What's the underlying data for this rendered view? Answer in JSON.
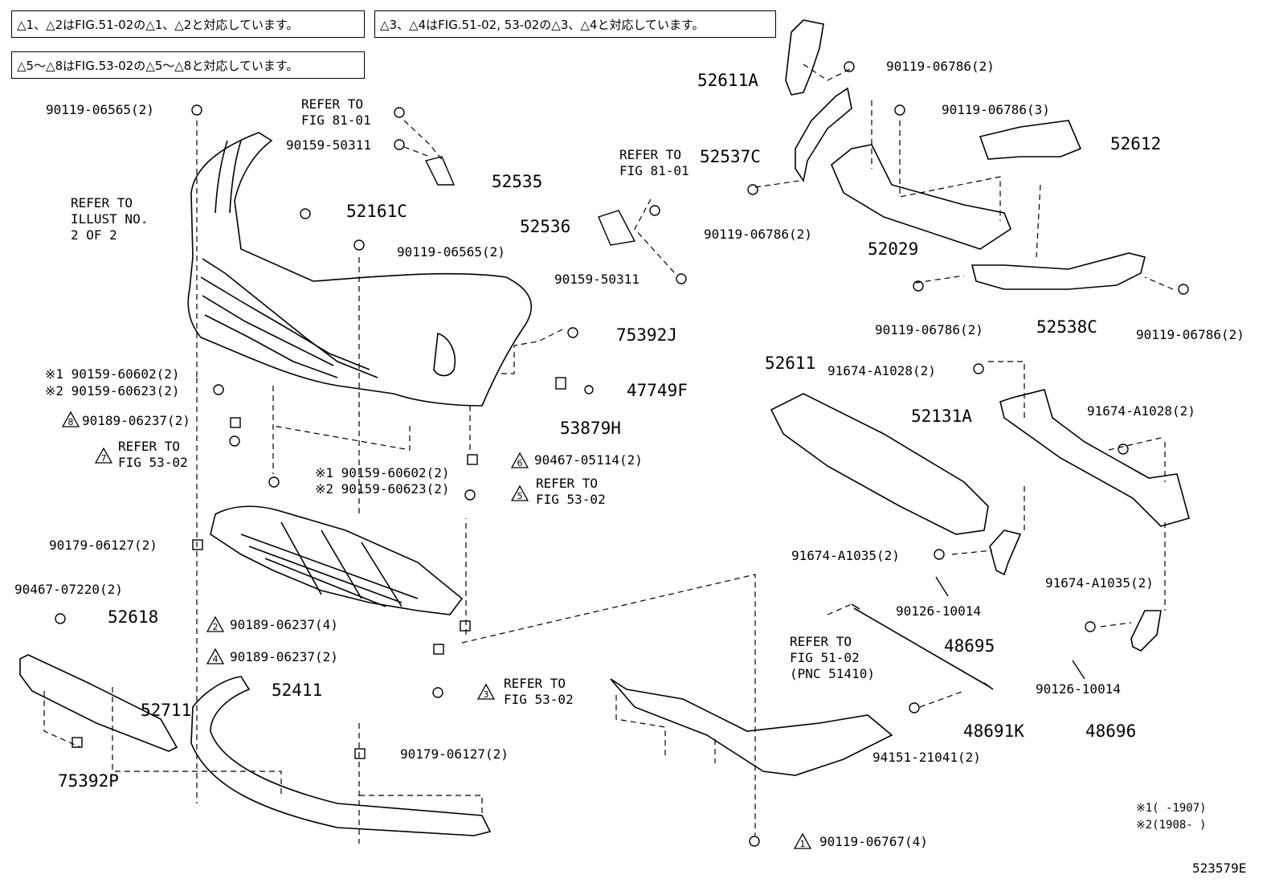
{
  "notes": [
    "△1、△2はFIG.51-02の△1、△2と対応しています。",
    "△3、△4はFIG.51-02, 53-02の△3、△4と対応しています。",
    "△5～△8はFIG.53-02の△5～△8と対応しています。"
  ],
  "labels": {
    "l52611A": "52611A",
    "l90119_06786_2a": "90119-06786(2)",
    "l90119_06786_3": "90119-06786(3)",
    "l52612": "52612",
    "l52537C": "52537C",
    "l90119_06786_2b": "90119-06786(2)",
    "l52029": "52029",
    "l90119_06786_2c": "90119-06786(2)",
    "l52538C": "52538C",
    "l90119_06786_2d": "90119-06786(2)",
    "l90119_06565_2a": "90119-06565(2)",
    "l_refer81a": "REFER TO\nFIG 81-01",
    "l90159_50311a": "90159-50311",
    "l52535": "52535",
    "l_refer_illust": "REFER TO\nILLUST NO.\n2 OF 2",
    "l52161C": "52161C",
    "l_refer81b": "REFER TO\nFIG 81-01",
    "l52536": "52536",
    "l90119_06565_2b": "90119-06565(2)",
    "l90159_50311b": "90159-50311",
    "l75392J": "75392J",
    "l47749F": "47749F",
    "l53879H": "53879H",
    "l52611": "52611",
    "l91674_A1028_2a": "91674-A1028(2)",
    "l52131A": "52131A",
    "l91674_A1028_2b": "91674-A1028(2)",
    "l90159_60602_a": "※1 90159-60602(2)",
    "l90159_60623_a": "※2 90159-60623(2)",
    "l90189_06237_2a": "90189-06237(2)",
    "l_refer53_7": "REFER TO\nFIG 53-02",
    "l90467_05114": "90467-05114(2)",
    "l_refer53_5": "REFER TO\nFIG 53-02",
    "l90159_60602_b": "※1 90159-60602(2)",
    "l90159_60623_b": "※2 90159-60623(2)",
    "l90179_06127_a": "90179-06127(2)",
    "l90467_07220": "90467-07220(2)",
    "l52618": "52618",
    "l90189_06237_4": "90189-06237(4)",
    "l90189_06237_2b": "90189-06237(2)",
    "l91674_A1035_a": "91674-A1035(2)",
    "l90126_10014_a": "90126-10014",
    "l48695": "48695",
    "l91674_A1035_b": "91674-A1035(2)",
    "l_refer51": "REFER TO\nFIG 51-02\n(PNC 51410)",
    "l52711": "52711",
    "l52411": "52411",
    "l_refer53_3": "REFER TO\nFIG 53-02",
    "l90126_10014_b": "90126-10014",
    "l48696": "48696",
    "l48691K": "48691K",
    "l94151_21041": "94151-21041(2)",
    "l75392P": "75392P",
    "l90179_06127_b": "90179-06127(2)",
    "l90119_06767": "90119-06767(4)",
    "l_date1": "※1(      -1907)",
    "l_date2": "※2(1908-      )",
    "l_code": "523579E"
  },
  "triangles": {
    "t8": "8",
    "t7": "7",
    "t6": "6",
    "t5": "5",
    "t2": "2",
    "t4": "4",
    "t3": "3",
    "t1": "1"
  }
}
